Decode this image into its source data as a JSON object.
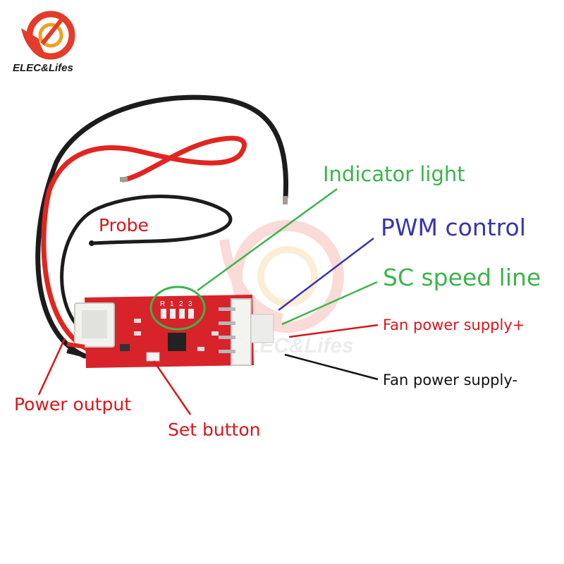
{
  "brand": {
    "logo_text": "ELEC&Lifes",
    "watermark_text": "ELEC&Lifes"
  },
  "board": {
    "silkscreen_led_labels": [
      "R",
      "1",
      "2",
      "3"
    ]
  },
  "labels": {
    "indicator_light": "Indicator light",
    "pwm_control": "PWM control",
    "sc_speed_line": "SC speed line",
    "fan_power_plus": "Fan power supply+",
    "fan_power_minus": "Fan power supply-",
    "probe": "Probe",
    "power_output": "Power output",
    "set_button": "Set button"
  },
  "colors": {
    "green": "#3cb44b",
    "blue": "#3535b0",
    "red": "#d8161b",
    "black": "#111111",
    "pcb": "#d8232a",
    "wire_red": "#e0261f",
    "wire_black": "#1c1c1c"
  }
}
